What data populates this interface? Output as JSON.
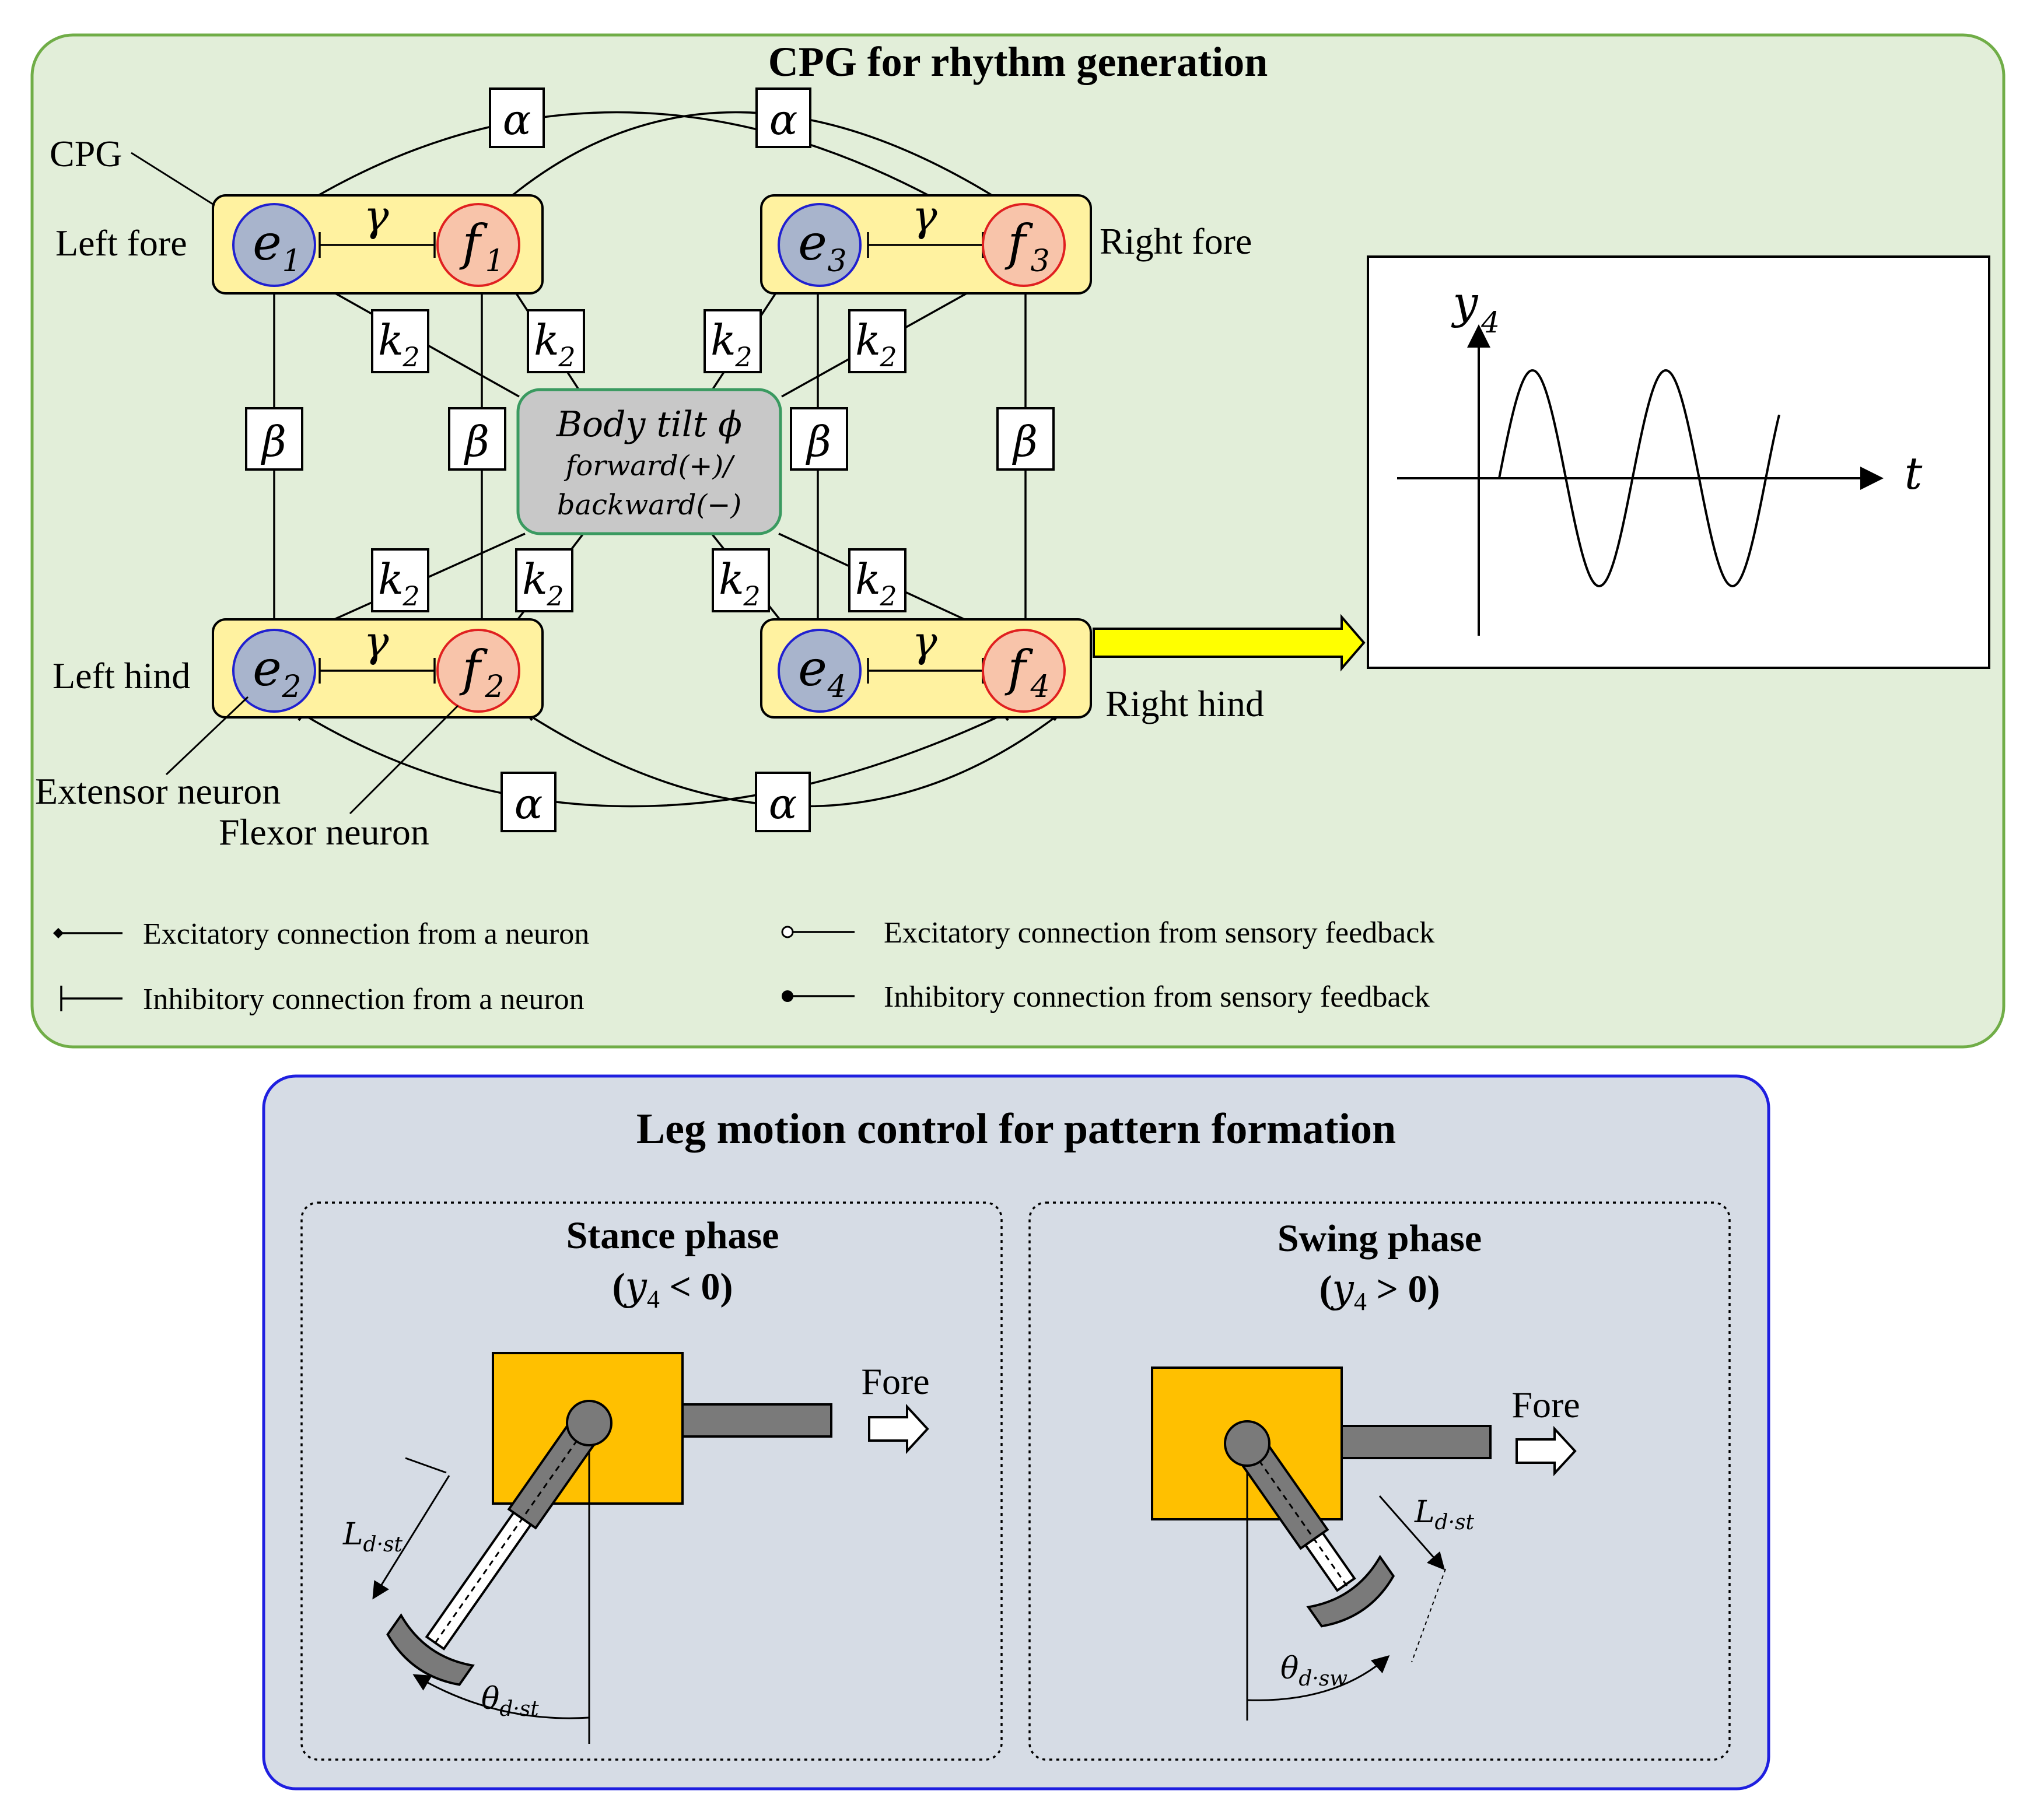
{
  "cpg": {
    "title": "CPG for rhythm generation",
    "cpg_label": "CPG",
    "labels": {
      "left_fore": "Left fore",
      "right_fore": "Right fore",
      "left_hind": "Left hind",
      "right_hind": "Right hind",
      "extensor": "Extensor neuron",
      "flexor": "Flexor neuron"
    },
    "neurons": {
      "e1": {
        "base": "e",
        "sub": "1"
      },
      "f1": {
        "base": "f",
        "sub": "1"
      },
      "e3": {
        "base": "e",
        "sub": "3"
      },
      "f3": {
        "base": "f",
        "sub": "3"
      },
      "e2": {
        "base": "e",
        "sub": "2"
      },
      "f2": {
        "base": "f",
        "sub": "2"
      },
      "e4": {
        "base": "e",
        "sub": "4"
      },
      "f4": {
        "base": "f",
        "sub": "4"
      }
    },
    "params": {
      "alpha": "α",
      "beta": "β",
      "gamma": "γ",
      "k_base": "k",
      "k_sub": "2"
    },
    "body_tilt": {
      "line1": "Body tilt ϕ",
      "line2": "forward(+)/",
      "line3": "backward(−)"
    },
    "plot": {
      "y_base": "y",
      "y_sub": "4",
      "x_label": "t"
    },
    "legend": {
      "excitatory_neuron": "Excitatory connection from a neuron",
      "inhibitory_neuron": "Inhibitory connection from a neuron",
      "excitatory_feedback": "Excitatory connection from sensory feedback",
      "inhibitory_feedback": "Inhibitory connection from sensory feedback"
    }
  },
  "leg": {
    "title": "Leg motion control for pattern formation",
    "stance": {
      "title": "Stance phase",
      "condition": "(y4 < 0)",
      "cond_open": "(",
      "cond_var": "y",
      "cond_sub": "4",
      "cond_rest": " < 0)",
      "fore": "Fore",
      "length_base": "L",
      "length_sub": "d·st",
      "angle_base": "θ",
      "angle_sub": "d·st"
    },
    "swing": {
      "title": "Swing phase",
      "condition": "(y4 > 0)",
      "cond_open": "(",
      "cond_var": "y",
      "cond_sub": "4",
      "cond_rest": " > 0)",
      "fore": "Fore",
      "length_base": "L",
      "length_sub": "d·st",
      "angle_base": "θ",
      "angle_sub": "d·sw"
    }
  },
  "colors": {
    "cpg_panel_bg": "#e2eed9",
    "cpg_panel_border": "#70ad47",
    "leg_panel_bg": "#d6dce5",
    "leg_panel_border": "#1f1fe0",
    "unit_box": "#fff2a0",
    "extensor_fill": "#a8b4cc",
    "extensor_stroke": "#2020d0",
    "flexor_fill": "#f8c4aa",
    "flexor_stroke": "#e02020",
    "body_tilt_fill": "#c8c8c8",
    "body_tilt_stroke": "#3a9a60",
    "arrow_fill": "#ffff00",
    "body_fill": "#ffc000",
    "limb_fill": "#7a7a7a"
  }
}
